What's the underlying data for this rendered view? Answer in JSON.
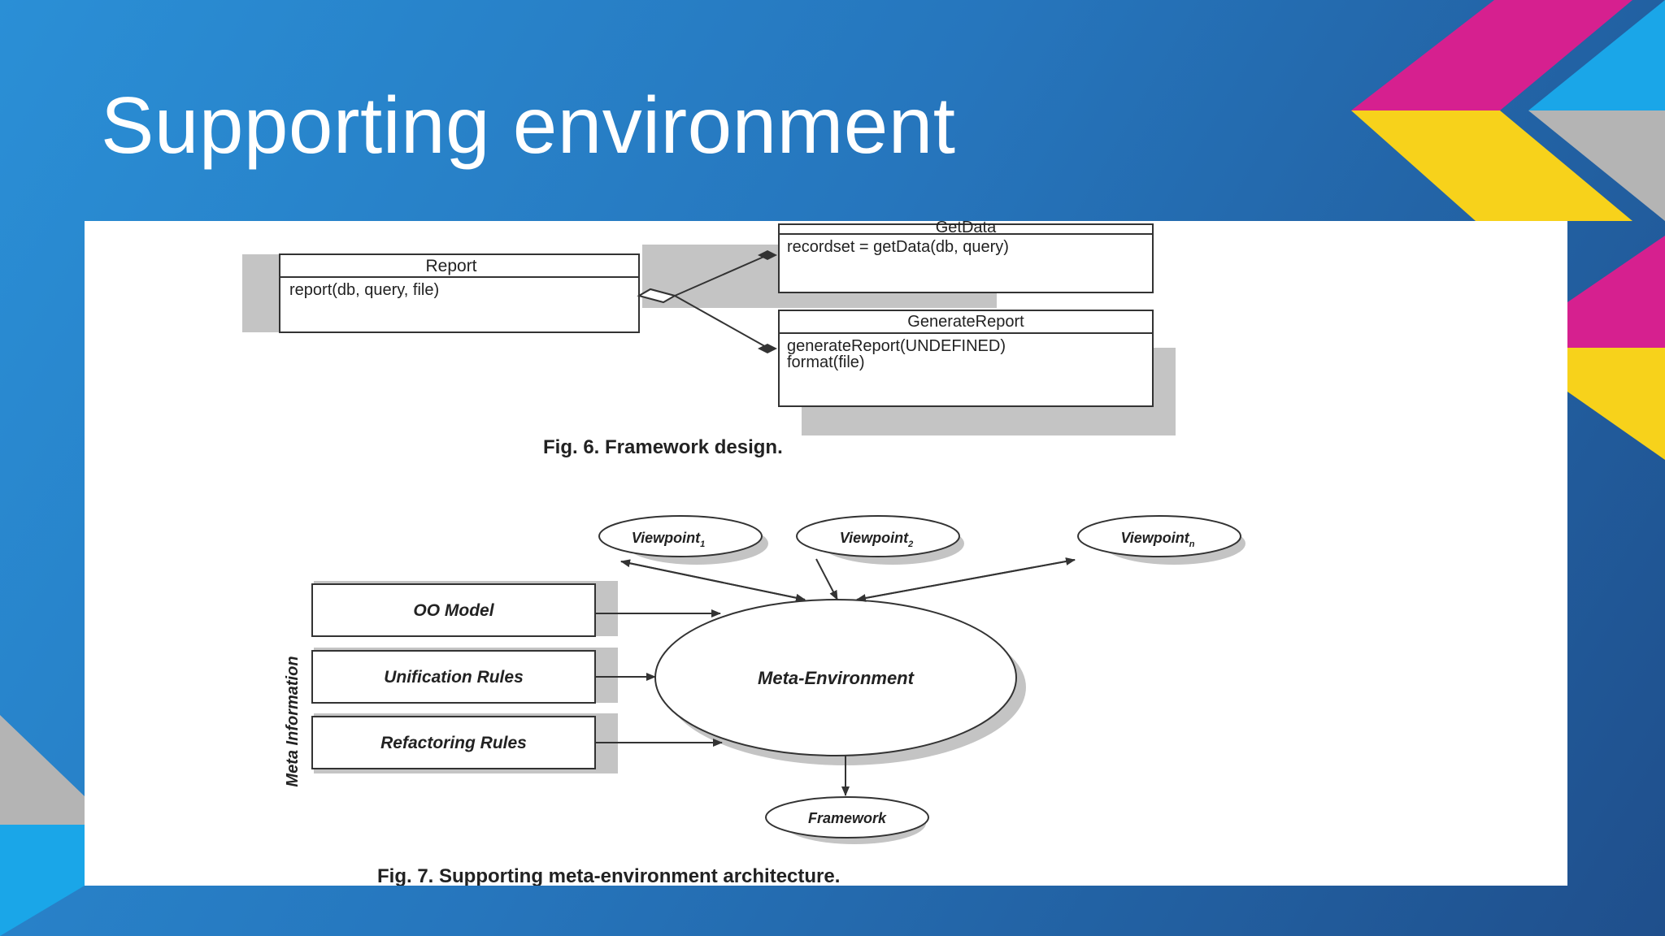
{
  "slide": {
    "title": "Supporting environment"
  },
  "colors": {
    "accent_magenta": "#d6208f",
    "accent_yellow": "#f7d21b",
    "accent_cyan": "#1aa6e8",
    "accent_gray": "#b4b4b4"
  },
  "fig6": {
    "report": {
      "name": "Report",
      "ops": [
        "report(db, query, file)"
      ]
    },
    "getdata": {
      "name": "GetData",
      "ops": [
        "recordset = getData(db, query)"
      ]
    },
    "generatereport": {
      "name": "GenerateReport",
      "ops": [
        "generateReport(UNDEFINED)",
        "format(file)"
      ]
    },
    "caption": "Fig.  6.  Framework  design."
  },
  "fig7": {
    "viewpoints": [
      "Viewpoint",
      "Viewpoint",
      "Viewpoint"
    ],
    "viewpoint_subs": [
      "1",
      "2",
      "n"
    ],
    "meta_label": "Meta  Information",
    "inputs": [
      "OO Model",
      "Unification Rules",
      "Refactoring Rules"
    ],
    "center": "Meta-Environment",
    "output": "Framework",
    "caption": "Fig.  7.  Supporting  meta-environment  architecture."
  }
}
